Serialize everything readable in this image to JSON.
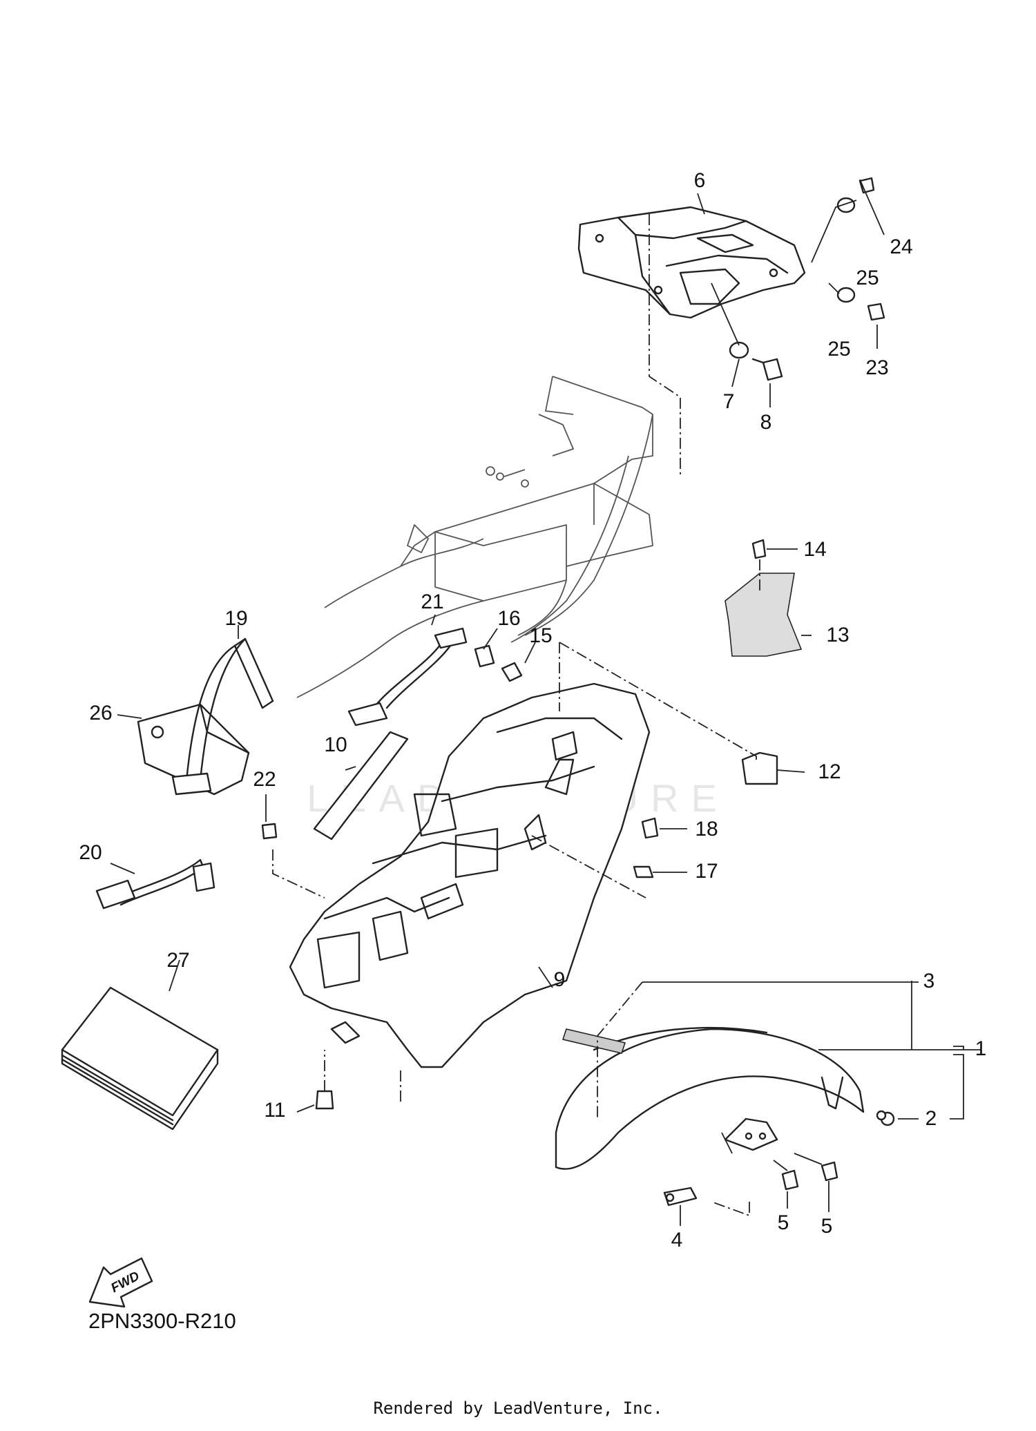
{
  "diagram": {
    "code": "2PN3300-R210",
    "credit": "Rendered by LeadVenture, Inc.",
    "direction_marker": "FWD",
    "watermark": "LEADVENTURE",
    "callouts": [
      "1",
      "2",
      "3",
      "4",
      "5",
      "5",
      "6",
      "7",
      "8",
      "9",
      "10",
      "11",
      "12",
      "13",
      "14",
      "15",
      "16",
      "17",
      "18",
      "19",
      "20",
      "21",
      "22",
      "23",
      "24",
      "25",
      "25",
      "26",
      "27"
    ]
  }
}
